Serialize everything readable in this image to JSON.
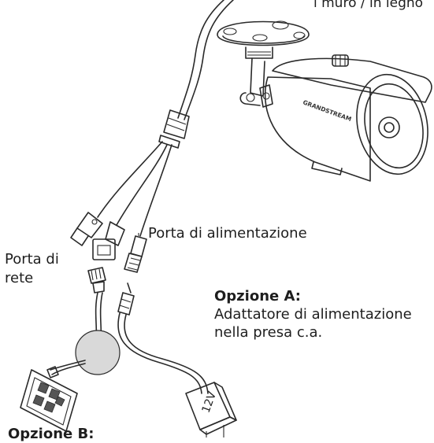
{
  "top_label_fragment": "l muro / in legno",
  "labels": {
    "power_port": "Porta di alimentazione",
    "network_port_line1": "Porta di",
    "network_port_line2": "rete",
    "option_a_title": "Opzione A:",
    "option_a_line1": "Adattatore di alimentazione",
    "option_a_line2": "nella presa c.a.",
    "option_b_title": "Opzione B:"
  },
  "camera": {
    "brand_text": "GRANDSTREAM"
  },
  "adapter": {
    "voltage_text": "12V"
  }
}
